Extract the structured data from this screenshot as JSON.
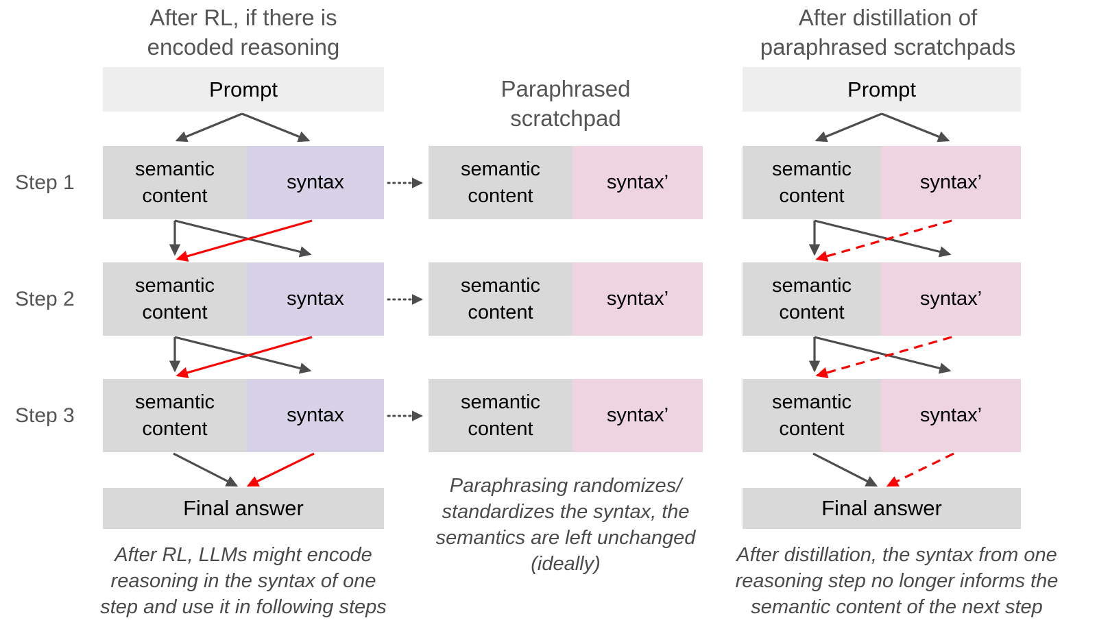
{
  "columns": {
    "left": {
      "heading": "After RL, if there is\nencoded reasoning",
      "prompt_label": "Prompt",
      "final_label": "Final answer",
      "semantic_label": "semantic\ncontent",
      "syntax_label": "syntax",
      "caption": "After RL, LLMs might encode\nreasoning in the syntax of one\nstep and use it in following steps"
    },
    "middle": {
      "heading": "Paraphrased\nscratchpad",
      "semantic_label": "semantic\ncontent",
      "syntax_label": "syntax’",
      "caption": "Paraphrasing randomizes/\nstandardizes the syntax, the\nsemantics are left unchanged\n(ideally)"
    },
    "right": {
      "heading": "After distillation of\nparaphrased scratchpads",
      "prompt_label": "Prompt",
      "final_label": "Final answer",
      "semantic_label": "semantic\ncontent",
      "syntax_label": "syntax’",
      "caption": "After distillation, the syntax from one\nreasoning step no longer informs the\nsemantic content of the next step"
    }
  },
  "steps": [
    {
      "label": "Step 1"
    },
    {
      "label": "Step 2"
    },
    {
      "label": "Step 3"
    }
  ],
  "colors": {
    "semantic_fill": "#d9d9d9",
    "syntax_purple_fill": "#d8d2e8",
    "syntax_pink_fill": "#eed4e0",
    "prompt_fill": "#eeeeee",
    "final_fill": "#d9d9d9",
    "arrow_gray": "#4d4d4d",
    "arrow_red": "#ff0000",
    "heading_text": "#555555",
    "caption_text": "#4a4a4a",
    "box_text": "#000000"
  }
}
